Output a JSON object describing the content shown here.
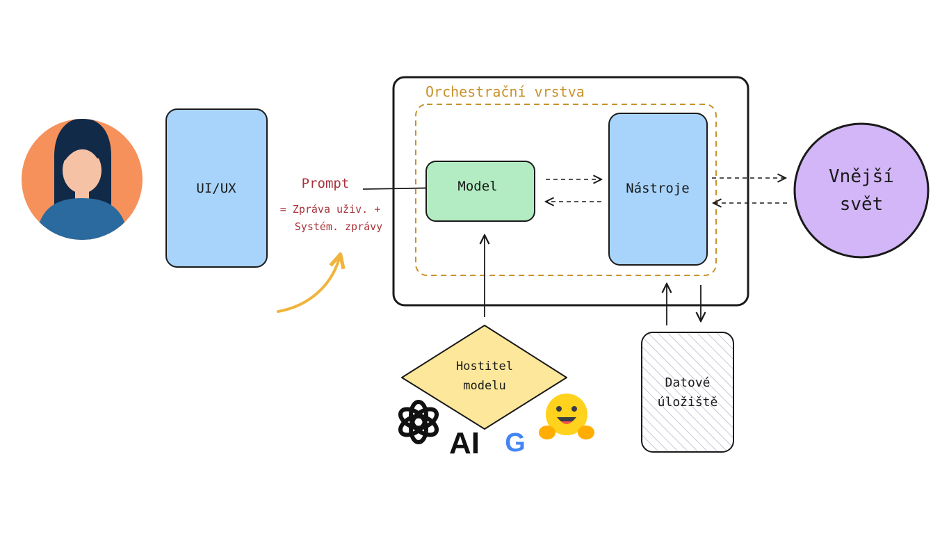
{
  "nodes": {
    "user": {
      "icon": "user-avatar-icon"
    },
    "ui": {
      "label": "UI/UX"
    },
    "orchestration": {
      "label": "Orchestrační vrstva"
    },
    "model": {
      "label": "Model"
    },
    "tools": {
      "label": "Nástroje"
    },
    "world": {
      "line1": "Vnější",
      "line2": "svět"
    },
    "host": {
      "line1": "Hostitel",
      "line2": "modelu"
    },
    "storage": {
      "line1": "Datové",
      "line2": "úložiště"
    }
  },
  "prompt": {
    "title": "Prompt",
    "line1": "= Zpráva uživ. +",
    "line2": "Systém. zprávy"
  },
  "logos": [
    {
      "icon": "openai-logo-icon"
    },
    {
      "icon": "anthropic-logo-icon",
      "text": "AI"
    },
    {
      "icon": "google-logo-icon",
      "text": "G"
    },
    {
      "icon": "huggingface-logo-icon"
    }
  ],
  "colors": {
    "ui_fill": "#a8d4fb",
    "model_fill": "#b3ecc2",
    "world_fill": "#d2b6f7",
    "host_fill": "#fce79a",
    "user_bg": "#f6915c",
    "orchestration_accent": "#c8922a",
    "prompt_accent": "#a8323a"
  }
}
